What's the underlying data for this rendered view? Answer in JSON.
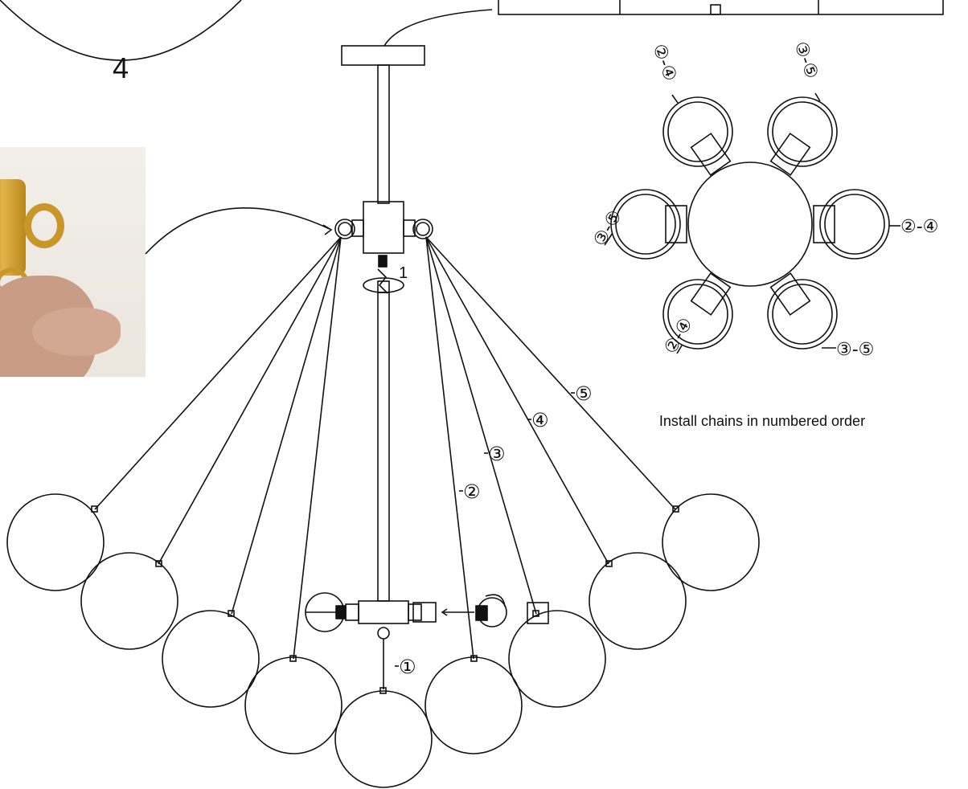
{
  "step_number": "4",
  "swivel_label": "1",
  "caption": "Install chains in numbered order",
  "chain_labels": {
    "one": "①",
    "two": "②",
    "three": "③",
    "four": "④",
    "five": "⑤"
  },
  "top_view_labels": {
    "right": "②-④",
    "bottom_right": "③-⑤",
    "bottom_left": "②-④",
    "left": "③-⑤",
    "top_left": "②-④",
    "top_right": "③-⑤"
  },
  "icons": [
    "ring-photo",
    "swivel-arrow-icon",
    "rotate-arrow-icon",
    "hook-icon"
  ]
}
